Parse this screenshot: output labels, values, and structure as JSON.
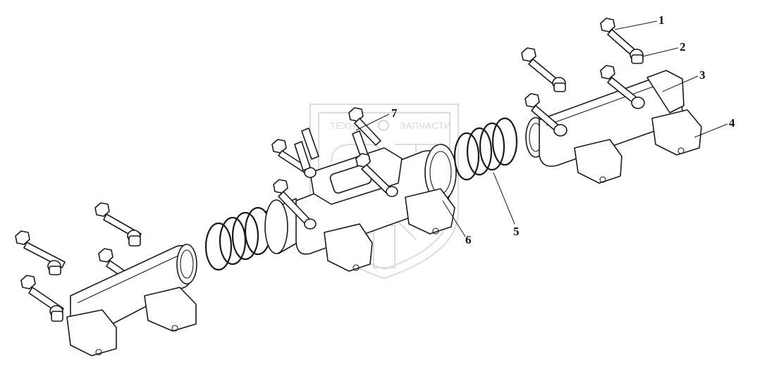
{
  "watermark": {
    "text_left": "ТЕХНО",
    "text_right": "ЗАПЧАСТИ"
  },
  "callouts": [
    {
      "id": "1",
      "label": "1"
    },
    {
      "id": "2",
      "label": "2"
    },
    {
      "id": "3",
      "label": "3"
    },
    {
      "id": "4",
      "label": "4"
    },
    {
      "id": "5",
      "label": "5"
    },
    {
      "id": "6",
      "label": "6"
    },
    {
      "id": "7",
      "label": "7"
    }
  ],
  "colors": {
    "line": "#1a1a1a",
    "background": "#ffffff",
    "watermark": "#d6d6d6"
  }
}
